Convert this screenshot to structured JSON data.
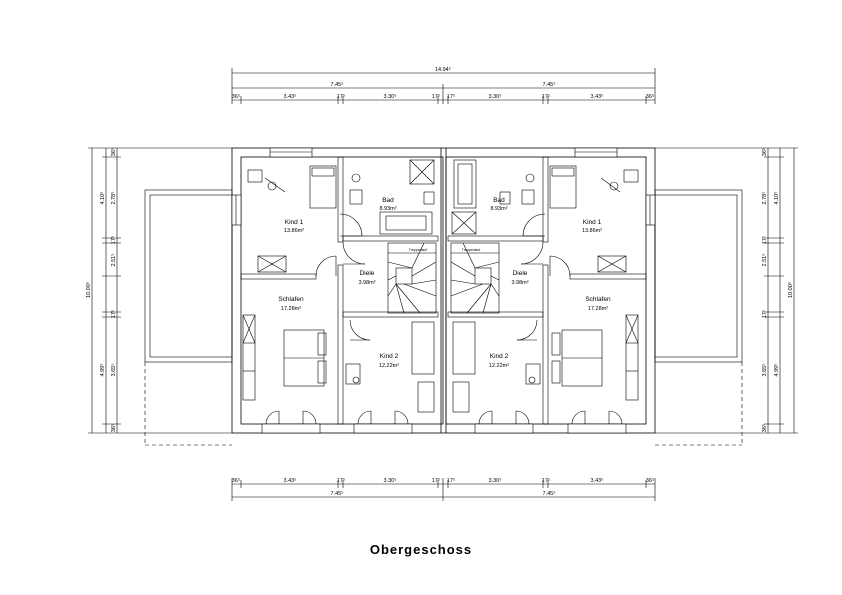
{
  "title": "Obergeschoss",
  "dims": {
    "overall_width": "14.94⁵",
    "half_width": "7.45⁵",
    "wall_outer": "36⁵",
    "wall_inner": "17⁵",
    "wall_mid": "17⁵",
    "room_a": "3.43⁵",
    "room_b": "3.30⁵",
    "overall_depth": "10.00⁵",
    "depth_front": "4.10⁵",
    "depth_rear": "4.99⁵",
    "depth_a": "2.78⁵",
    "depth_b": "2.51⁵",
    "depth_c": "3.65⁵"
  },
  "rooms": {
    "kind1": {
      "name": "Kind 1",
      "area": "13.86m²"
    },
    "bad": {
      "name": "Bad",
      "area": "8.93m²"
    },
    "diele": {
      "name": "Diele",
      "area": "3.98m²"
    },
    "schlafen": {
      "name": "Schlafen",
      "area": "17.28m²"
    },
    "kind2": {
      "name": "Kind 2",
      "area": "12.22m²"
    }
  },
  "stair_label": "Treppenlauf"
}
